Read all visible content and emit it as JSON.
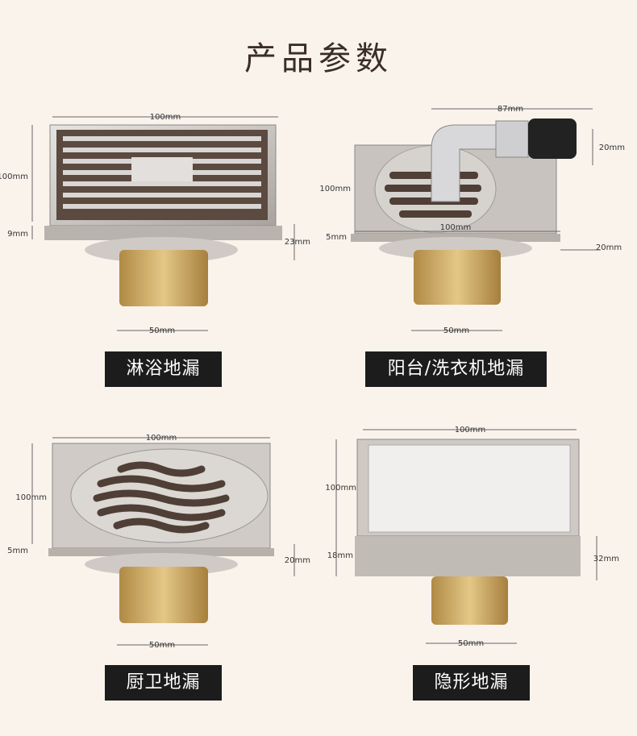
{
  "title": "产品参数",
  "products": [
    {
      "label": "淋浴地漏",
      "dims": {
        "top": "100mm",
        "left": "100mm",
        "thickness": "9mm",
        "height": "23mm",
        "pipe": "50mm"
      }
    },
    {
      "label": "阳台/洗衣机地漏",
      "dims": {
        "elbow": "87mm",
        "hose": "20mm",
        "left": "100mm",
        "bottom": "100mm",
        "thickness": "5mm",
        "height": "20mm",
        "pipe": "50mm"
      }
    },
    {
      "label": "厨卫地漏",
      "dims": {
        "top": "100mm",
        "left": "100mm",
        "thickness": "5mm",
        "height": "20mm",
        "pipe": "50mm"
      }
    },
    {
      "label": "隐形地漏",
      "dims": {
        "top": "100mm",
        "left": "100mm",
        "thickness": "18mm",
        "height": "32mm",
        "pipe": "50mm"
      }
    }
  ]
}
